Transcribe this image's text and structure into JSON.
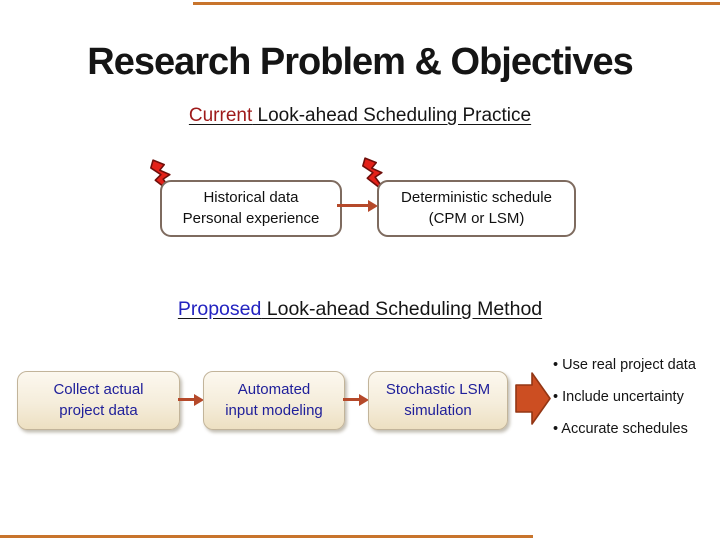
{
  "title": "Research Problem & Objectives",
  "current_section": {
    "heading": {
      "highlight": "Current",
      "rest": " Look-ahead Scheduling Practice"
    },
    "box1": {
      "line1": "Historical data",
      "line2": "Personal experience"
    },
    "box2": {
      "line1": "Deterministic schedule",
      "line2": "(CPM or LSM)"
    }
  },
  "proposed_section": {
    "heading": {
      "highlight": "Proposed",
      "rest": " Look-ahead Scheduling Method"
    },
    "box1": {
      "line1": "Collect actual",
      "line2": "project data"
    },
    "box2": {
      "line1": "Automated",
      "line2": "input modeling"
    },
    "box3": {
      "line1": "Stochastic LSM",
      "line2": "simulation"
    },
    "bullets": [
      "• Use real project data",
      "• Include uncertainty",
      "• Accurate schedules"
    ]
  },
  "icons": {
    "lightning_bolt": "lightning-bolt-icon",
    "flow_arrow": "arrow-right-icon",
    "result_arrow": "block-arrow-right-icon"
  },
  "colors": {
    "heading_current_highlight": "#9E1A1A",
    "heading_proposed_highlight": "#2323C0",
    "plain_box_border": "#7E6B5F",
    "cream_box_fill_top": "#FCF8EF",
    "cream_box_fill_bottom": "#EDE0C2",
    "cream_box_text": "#20209A",
    "connector_arrow": "#B5492A",
    "lightning_bolt_fill": "#E32119",
    "block_arrow_fill": "#CC4E22",
    "accent_line": "#C8742C",
    "title_text": "#151515"
  }
}
